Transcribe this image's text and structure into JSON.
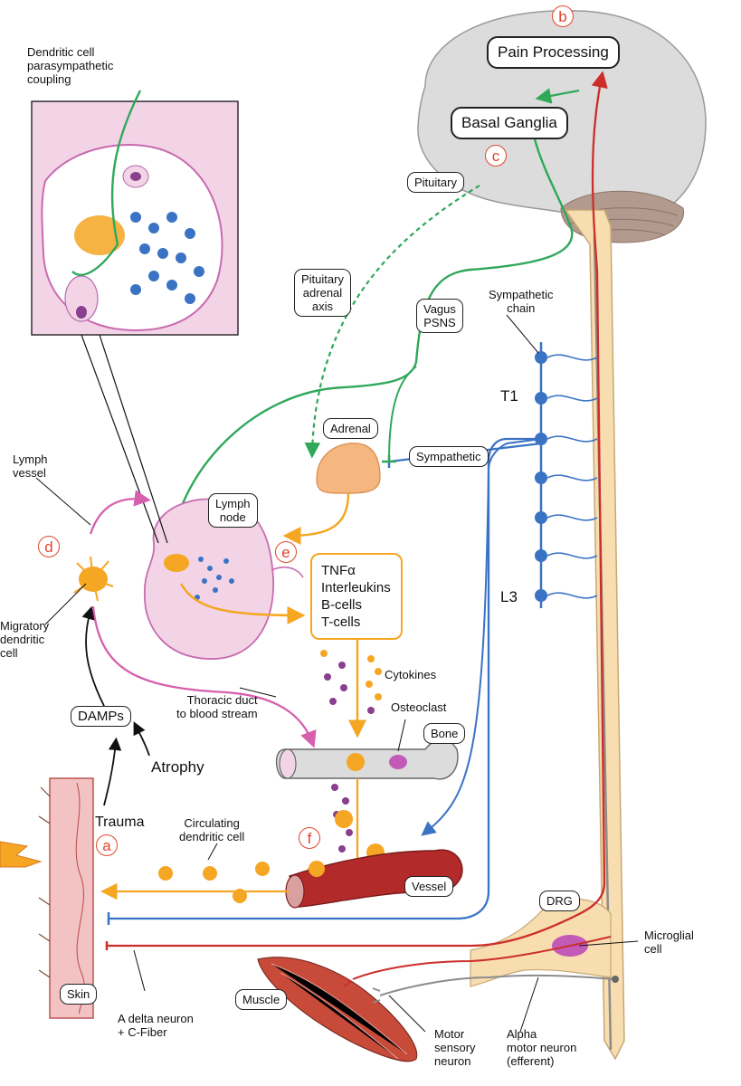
{
  "colors": {
    "green": "#2fa85a",
    "orange": "#f5a623",
    "blue": "#3a73c4",
    "red": "#cc2f2a",
    "pink": "#d65fae",
    "spinal": "#f8ddb0",
    "brain": "#dcdcdc",
    "letter": "#e2452b"
  },
  "callout": {
    "title": "Dendritic cell\nparasympathetic\ncoupling"
  },
  "brain": {
    "pain_processing": "Pain Processing",
    "basal_ganglia": "Basal Ganglia",
    "pituitary": "Pituitary"
  },
  "letters": {
    "a": "a",
    "b": "b",
    "c": "c",
    "d": "d",
    "e": "e",
    "f": "f"
  },
  "labels": {
    "pituitary_adrenal_axis": "Pituitary\nadrenal\naxis",
    "vagus_psns": "Vagus\nPSNS",
    "sympathetic_chain": "Sympathetic\nchain",
    "t1": "T1",
    "l3": "L3",
    "adrenal": "Adrenal",
    "sympathetic": "Sympathetic",
    "lymph_vessel": "Lymph\nvessel",
    "lymph_node": "Lymph\nnode",
    "migratory_dendritic_cell": "Migratory\ndendritic\ncell",
    "damps": "DAMPs",
    "atrophy": "Atrophy",
    "thoracic_duct": "Thoracic duct\nto blood stream",
    "cytokines": "Cytokines",
    "osteoclast": "Osteoclast",
    "bone": "Bone",
    "trauma": "Trauma",
    "circulating_dendritic_cell": "Circulating\ndendritic cell",
    "vessel": "Vessel",
    "drg": "DRG",
    "microglial_cell": "Microglial\ncell",
    "skin": "Skin",
    "a_delta_neuron": "A delta neuron\n+ C-Fiber",
    "muscle": "Muscle",
    "motor_sensory_neuron": "Motor\nsensory\nneuron",
    "alpha_motor_neuron": "Alpha\nmotor neuron\n(efferent)"
  },
  "immune_box": {
    "line1": "TNFα",
    "line2": "Interleukins",
    "line3": "B-cells",
    "line4": "T-cells"
  }
}
